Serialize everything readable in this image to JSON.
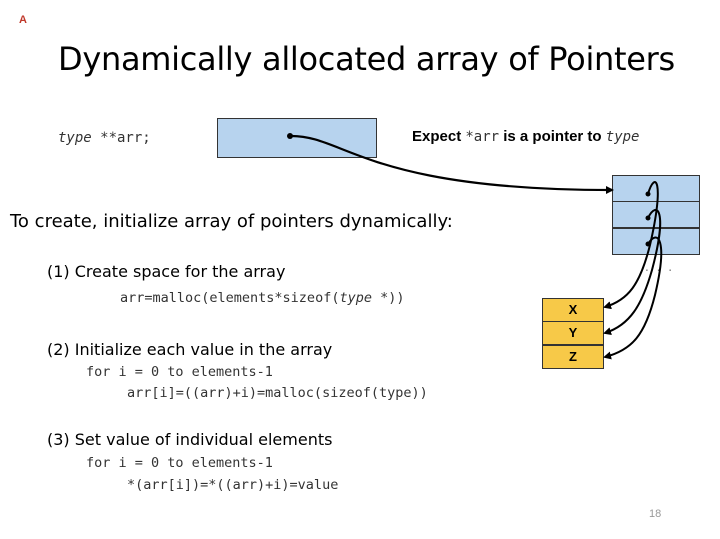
{
  "corner_label": "A",
  "title": "Dynamically allocated array of Pointers",
  "declaration": {
    "type_word": "type",
    "rest": " **arr;"
  },
  "expect": {
    "prefix": "Expect ",
    "code": "*arr",
    "mid": " is a pointer to ",
    "type_word": "type"
  },
  "heading": "To create, initialize array of pointers dynamically:",
  "steps": [
    {
      "label": "(1) Create space for the array",
      "code": [
        {
          "before": "arr=malloc(elements*sizeof(",
          "italic": "type",
          "after": " *))"
        }
      ]
    },
    {
      "label": "(2) Initialize each value in the array",
      "code": [
        "for i = 0 to elements-1",
        "arr[i]=((arr)+i)=malloc(sizeof(type))"
      ]
    },
    {
      "label": "(3) Set value of individual elements",
      "code": [
        "for i = 0 to elements-1",
        "*(arr[i])=*((arr)+i)=value"
      ]
    }
  ],
  "values": [
    "X",
    "Y",
    "Z"
  ],
  "ellipsis": ". . .",
  "slide_number": "18"
}
